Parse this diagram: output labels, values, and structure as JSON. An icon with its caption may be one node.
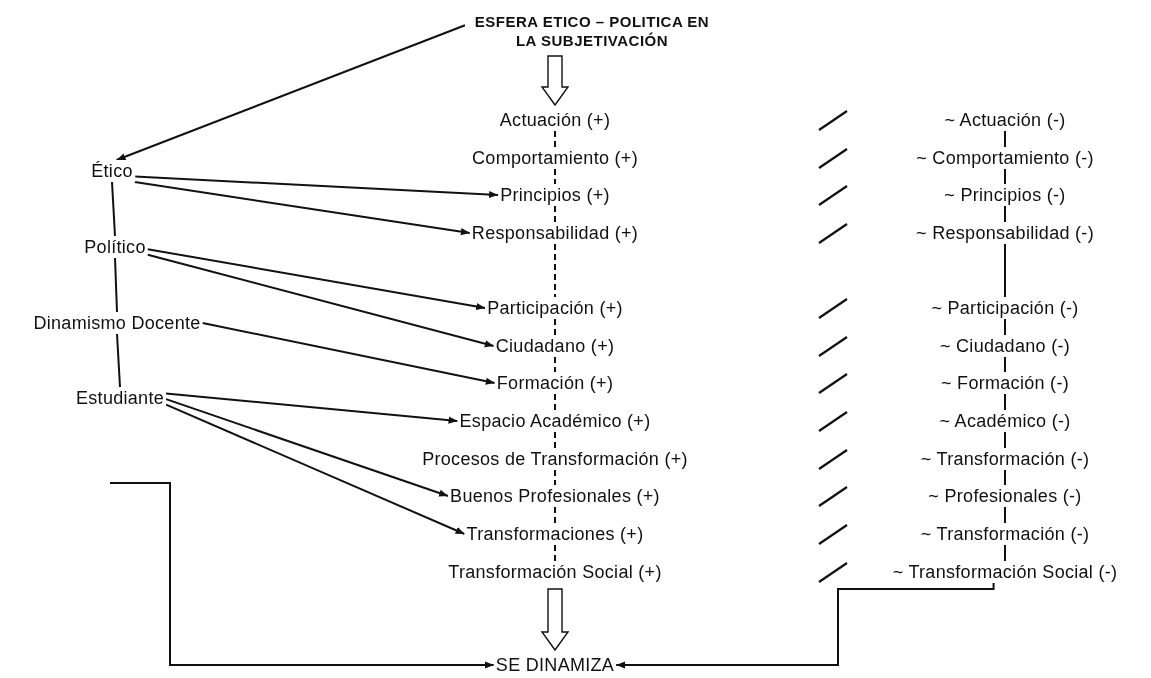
{
  "diagram": {
    "nodes": [
      {
        "text": [
          "ESFERA ETICO – POLITICA EN LA SUBJETIVACIÓN"
        ]
      },
      {
        "text": [
          "Ético"
        ]
      },
      {
        "text": [
          "Político"
        ]
      },
      {
        "text": [
          "Dinamismo Docente"
        ]
      },
      {
        "text": [
          "Estudiante"
        ]
      },
      {
        "text": [
          "Actuación (+)"
        ]
      },
      {
        "text": [
          "Comportamiento (+)"
        ]
      },
      {
        "text": [
          "Principios (+)"
        ]
      },
      {
        "text": [
          "Responsabilidad (+)"
        ]
      },
      {
        "text": [
          "Participación (+)"
        ]
      },
      {
        "text": [
          "Ciudadano (+)"
        ]
      },
      {
        "text": [
          "Formación (+)"
        ]
      },
      {
        "text": [
          "Espacio Académico (+)"
        ]
      },
      {
        "text": [
          "Procesos de Transformación (+)"
        ]
      },
      {
        "text": [
          "Buenos Profesionales (+)"
        ]
      },
      {
        "text": [
          "Transformaciones (+)"
        ]
      },
      {
        "text": [
          "Transformación Social (+)"
        ]
      },
      {
        "text": [
          "~ Actuación (-)"
        ]
      },
      {
        "text": [
          "~ Comportamiento (-)"
        ]
      },
      {
        "text": [
          "~ Principios (-)"
        ]
      },
      {
        "text": [
          "~ Responsabilidad (-)"
        ]
      },
      {
        "text": [
          "~ Participación (-)"
        ]
      },
      {
        "text": [
          "~ Ciudadano (-)"
        ]
      },
      {
        "text": [
          "~ Formación (-)"
        ]
      },
      {
        "text": [
          "~ Académico (-)"
        ]
      },
      {
        "text": [
          "~ Transformación (-)"
        ]
      },
      {
        "text": [
          "~ Profesionales (-)"
        ]
      },
      {
        "text": [
          "~ Transformación (-)"
        ]
      },
      {
        "text": [
          "~ Transformación Social (-)"
        ]
      },
      {
        "text": [
          "SE DINAMIZA"
        ]
      }
    ],
    "edges": [
      {
        "from": 0,
        "to": 1,
        "arrow": "to"
      },
      {
        "from": 0,
        "to": 5,
        "arrow": "to",
        "style": "thick"
      },
      {
        "from": 1,
        "to": 2,
        "arrow": "none"
      },
      {
        "from": 2,
        "to": 3,
        "arrow": "none"
      },
      {
        "from": 3,
        "to": 4,
        "arrow": "none"
      },
      {
        "from": 1,
        "to": 7,
        "arrow": "to"
      },
      {
        "from": 1,
        "to": 8,
        "arrow": "to"
      },
      {
        "from": 2,
        "to": 9,
        "arrow": "to"
      },
      {
        "from": 2,
        "to": 10,
        "arrow": "to"
      },
      {
        "from": 3,
        "to": 11,
        "arrow": "to"
      },
      {
        "from": 4,
        "to": 12,
        "arrow": "to"
      },
      {
        "from": 4,
        "to": 14,
        "arrow": "to"
      },
      {
        "from": 4,
        "to": 15,
        "arrow": "to"
      },
      {
        "from": 16,
        "to": 29,
        "arrow": "to",
        "style": "thick"
      },
      {
        "from": null,
        "to": 29,
        "arrow": "to"
      },
      {
        "from": 28,
        "to": 29,
        "arrow": "to"
      },
      {
        "from": 5,
        "to": 6,
        "arrow": "none",
        "style": "dashed"
      },
      {
        "from": 6,
        "to": 7,
        "arrow": "none",
        "style": "dashed"
      },
      {
        "from": 7,
        "to": 8,
        "arrow": "none",
        "style": "dashed"
      },
      {
        "from": 8,
        "to": 9,
        "arrow": "none",
        "style": "dashed"
      },
      {
        "from": 9,
        "to": 10,
        "arrow": "none",
        "style": "dashed"
      },
      {
        "from": 10,
        "to": 11,
        "arrow": "none",
        "style": "dashed"
      },
      {
        "from": 11,
        "to": 12,
        "arrow": "none",
        "style": "dashed"
      },
      {
        "from": 12,
        "to": 13,
        "arrow": "none",
        "style": "dashed"
      },
      {
        "from": 13,
        "to": 14,
        "arrow": "none",
        "style": "dashed"
      },
      {
        "from": 14,
        "to": 15,
        "arrow": "none",
        "style": "dashed"
      },
      {
        "from": 15,
        "to": 16,
        "arrow": "none",
        "style": "dashed"
      },
      {
        "from": 17,
        "to": 18,
        "arrow": "none"
      },
      {
        "from": 18,
        "to": 19,
        "arrow": "none"
      },
      {
        "from": 19,
        "to": 20,
        "arrow": "none"
      },
      {
        "from": 20,
        "to": 21,
        "arrow": "none"
      },
      {
        "from": 21,
        "to": 22,
        "arrow": "none"
      },
      {
        "from": 22,
        "to": 23,
        "arrow": "none"
      },
      {
        "from": 23,
        "to": 24,
        "arrow": "none"
      },
      {
        "from": 24,
        "to": 25,
        "arrow": "none"
      },
      {
        "from": 25,
        "to": 26,
        "arrow": "none"
      },
      {
        "from": 26,
        "to": 27,
        "arrow": "none"
      },
      {
        "from": 27,
        "to": 28,
        "arrow": "none"
      }
    ]
  }
}
